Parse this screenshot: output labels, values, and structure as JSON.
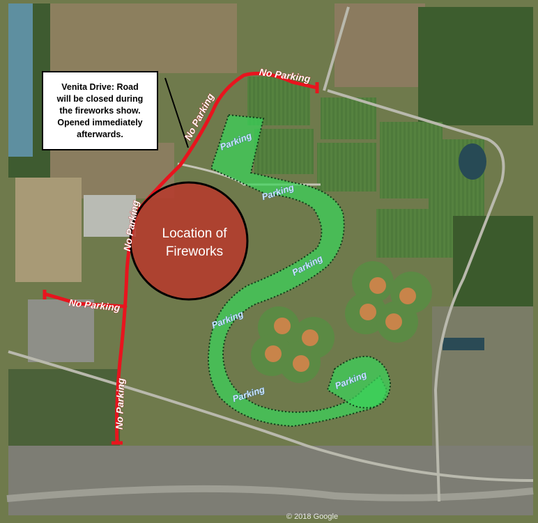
{
  "callout": {
    "text": "Venita Drive: Road\nwill be closed during\nthe fireworks show.\nOpened immediately\nafterwards."
  },
  "labels": {
    "no_parking": "No Parking",
    "parking": "Parking",
    "fireworks_line1": "Location of",
    "fireworks_line2": "Fireworks",
    "copyright": "© 2018 Google"
  },
  "colors": {
    "no_parking_road": "#e8141e",
    "parking_zone": "#3ad45a",
    "fireworks_circle": "#b7392c",
    "callout_border": "#000000"
  }
}
